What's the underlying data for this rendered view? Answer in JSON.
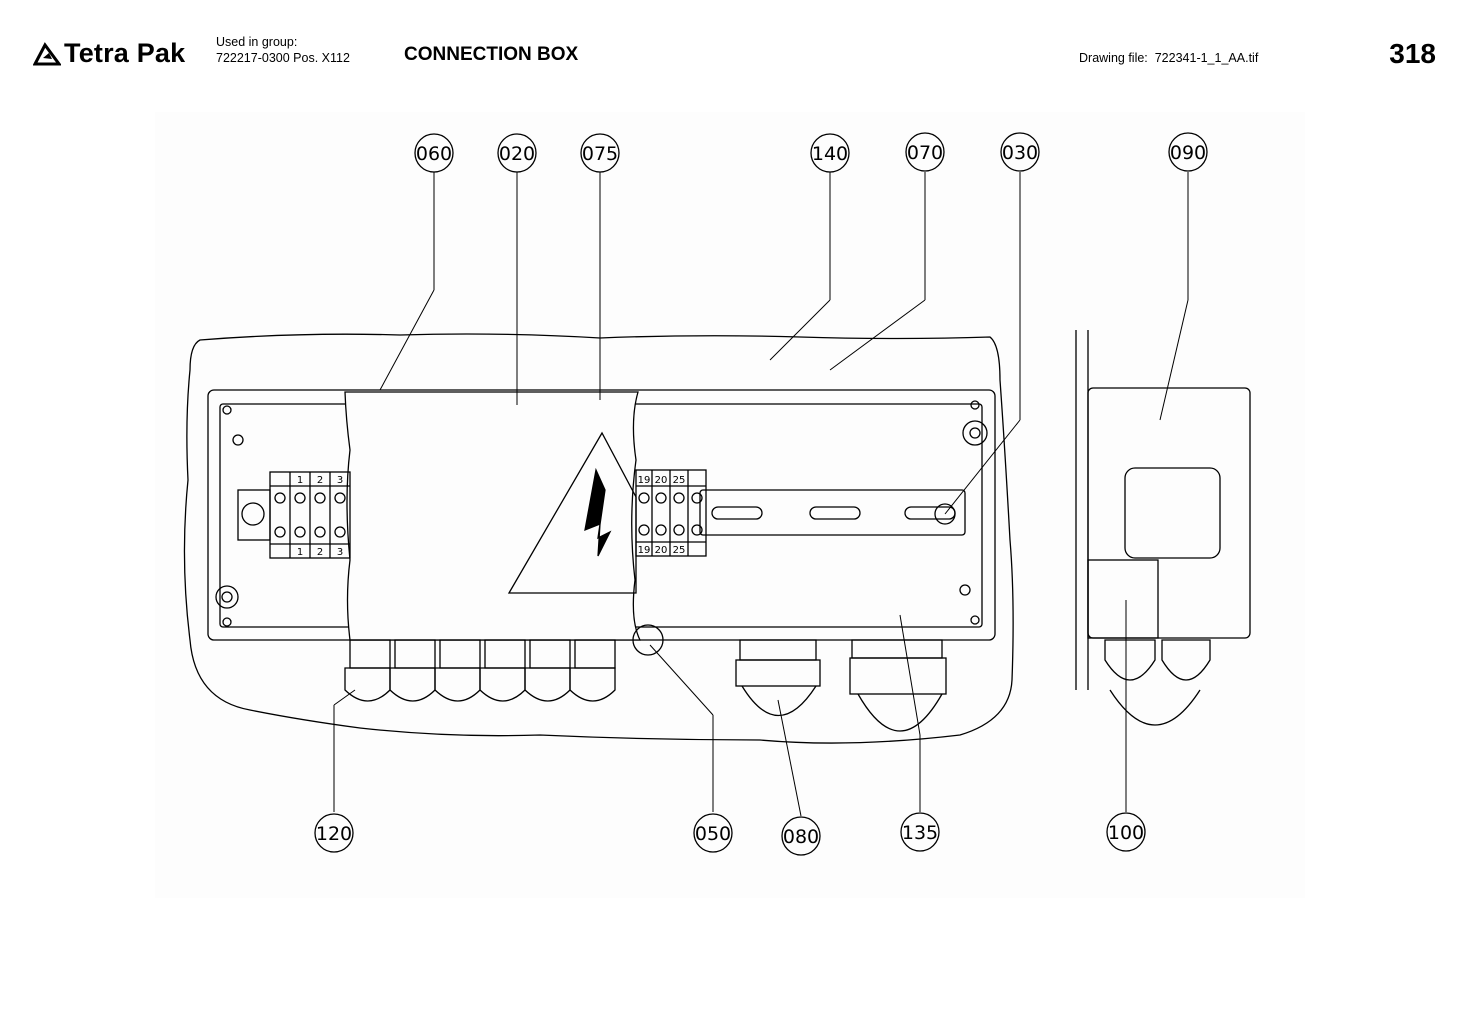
{
  "header": {
    "brand": "Tetra Pak",
    "group_label": "Used in group:",
    "group_value": "722217-0300 Pos. X112",
    "title": "CONNECTION BOX",
    "drawing_label": "Drawing file:",
    "drawing_file": "722341-1_1_AA.tif",
    "page_number": "318"
  },
  "diagram": {
    "callouts": [
      "060",
      "020",
      "075",
      "140",
      "070",
      "030",
      "090",
      "120",
      "050",
      "080",
      "135",
      "100"
    ],
    "terminal_labels_left": [
      "1",
      "2",
      "3"
    ],
    "terminal_labels_right": [
      "19",
      "20",
      "25"
    ]
  }
}
